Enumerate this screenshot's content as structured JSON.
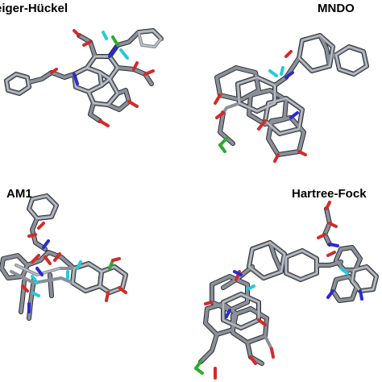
{
  "panels": [
    {
      "label": "eiger-Hückel"
    },
    {
      "label": "MNDO"
    },
    {
      "label": "AM1"
    },
    {
      "label": "Hartree-Fock"
    }
  ],
  "colors": {
    "carbon": "#6b6f78",
    "carbon_highlight": "#b9bec7",
    "oxygen": "#d42a2a",
    "nitrogen": "#2b2bd0",
    "hydrogen": "#28c8d8",
    "fluorine": "#2eaa2e",
    "dark": "#222222"
  }
}
